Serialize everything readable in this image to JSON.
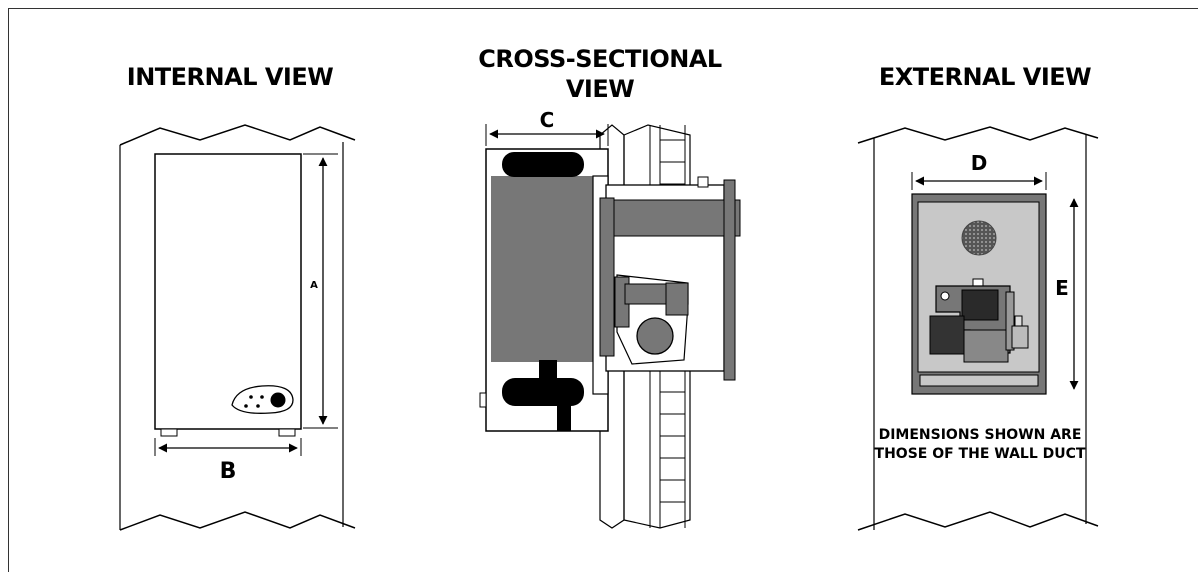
{
  "titles": {
    "internal": "INTERNAL VIEW",
    "cross_sectional": "CROSS-SECTIONAL VIEW",
    "external": "EXTERNAL VIEW"
  },
  "dimension_labels": {
    "a": "A",
    "b": "B",
    "c": "C",
    "d": "D",
    "e": "E"
  },
  "note": "DIMENSIONS SHOWN ARE THOSE OF THE WALL DUCT"
}
